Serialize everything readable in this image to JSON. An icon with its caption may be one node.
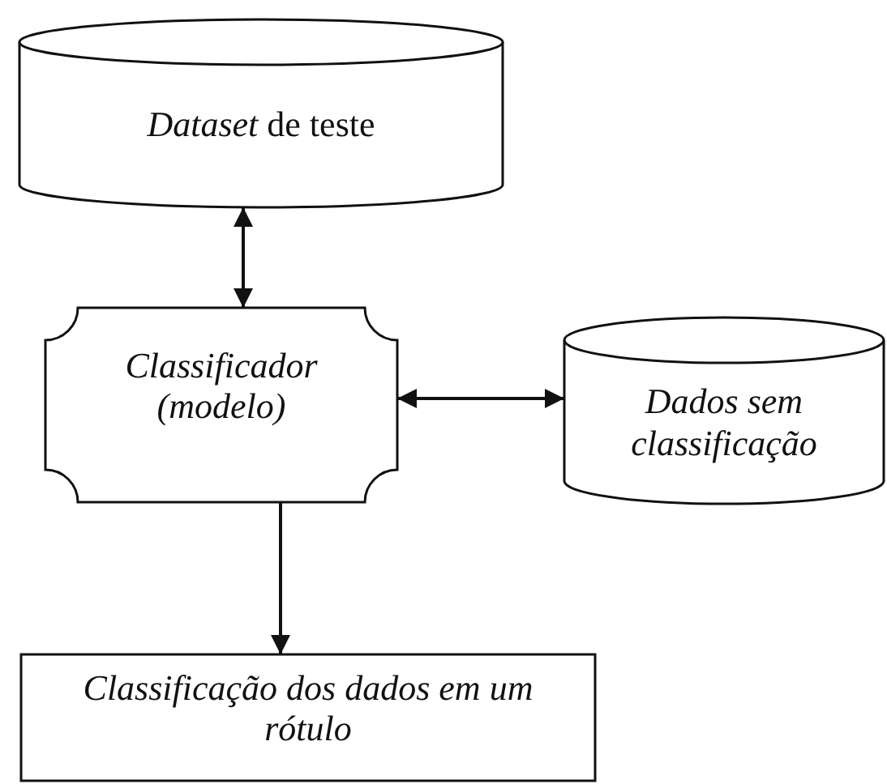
{
  "diagram": {
    "nodes": [
      {
        "text": [
          "*Dataset* de teste"
        ]
      },
      {
        "text": [
          "Classificador (modelo)"
        ]
      },
      {
        "text": [
          "Dados sem classificação"
        ]
      },
      {
        "text": [
          "Classificação dos dados em um rótulo"
        ]
      }
    ],
    "edges": [
      {
        "from": 0,
        "to": 1,
        "arrow": "both"
      },
      {
        "from": 1,
        "to": 2,
        "arrow": "both"
      },
      {
        "from": 1,
        "to": 3,
        "arrow": "to"
      }
    ]
  }
}
